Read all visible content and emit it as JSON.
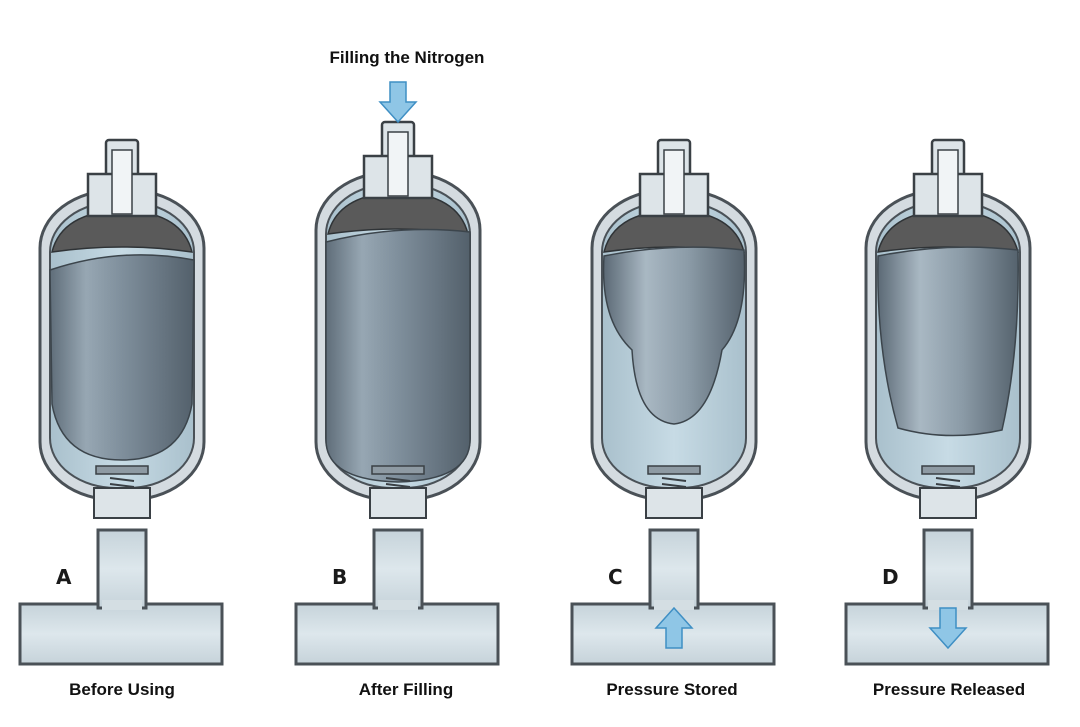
{
  "header": {
    "label": "Filling the Nitrogen"
  },
  "panels": [
    {
      "letter": "A",
      "caption": "Before Using",
      "state": "precharge-empty",
      "pipe_arrow": "none"
    },
    {
      "letter": "B",
      "caption": "After Filling",
      "state": "bladder-full",
      "pipe_arrow": "none"
    },
    {
      "letter": "C",
      "caption": "Pressure Stored",
      "state": "bladder-compressed",
      "pipe_arrow": "up"
    },
    {
      "letter": "D",
      "caption": "Pressure Released",
      "state": "bladder-expanding",
      "pipe_arrow": "down"
    }
  ],
  "colors": {
    "shell": "#d4dbe0",
    "fluid": "#b7cdd8",
    "bladder": "#7d8c98",
    "gas_cap": "#5a5a5a",
    "arrow": "#8fc6e6"
  },
  "icons": {
    "flow_arrow": "arrow-icon"
  }
}
